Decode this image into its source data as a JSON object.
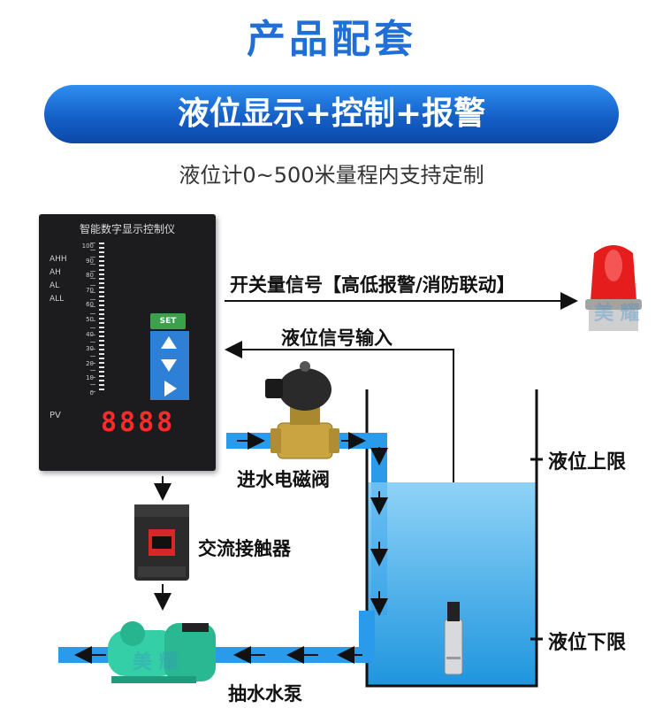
{
  "header": {
    "title": "产品配套",
    "banner": "液位显示+控制+报警",
    "subtitle": "液位计0~500米量程内支持定制"
  },
  "controller": {
    "title": "智能数字显示控制仪",
    "alarm_labels": [
      "AHH",
      "AH",
      "AL",
      "ALL"
    ],
    "scale_ticks": [
      "100",
      "90",
      "80",
      "70",
      "60",
      "50",
      "40",
      "30",
      "20",
      "10",
      "0"
    ],
    "set_label": "SET",
    "pv_label": "PV",
    "display_value": "8888"
  },
  "signals": {
    "switch_signal": "开关量信号【高低报警/消防联动】",
    "level_input": "液位信号输入"
  },
  "components": {
    "valve": "进水电磁阀",
    "contactor": "交流接触器",
    "pump": "抽水水泵",
    "upper_limit": "液位上限",
    "lower_limit": "液位下限"
  },
  "watermark": "美 耀",
  "colors": {
    "accent_blue": "#1f6fd6",
    "water": "#29a3e6",
    "pipe": "#1e90e0",
    "alarm_red": "#e51d1d",
    "display_red": "#ff2a2a",
    "pump_green": "#2fc8a0",
    "valve_brass": "#c9a441"
  },
  "icons": [
    "alarm-light-icon",
    "solenoid-valve-icon",
    "contactor-icon",
    "water-pump-icon",
    "level-sensor-icon"
  ]
}
